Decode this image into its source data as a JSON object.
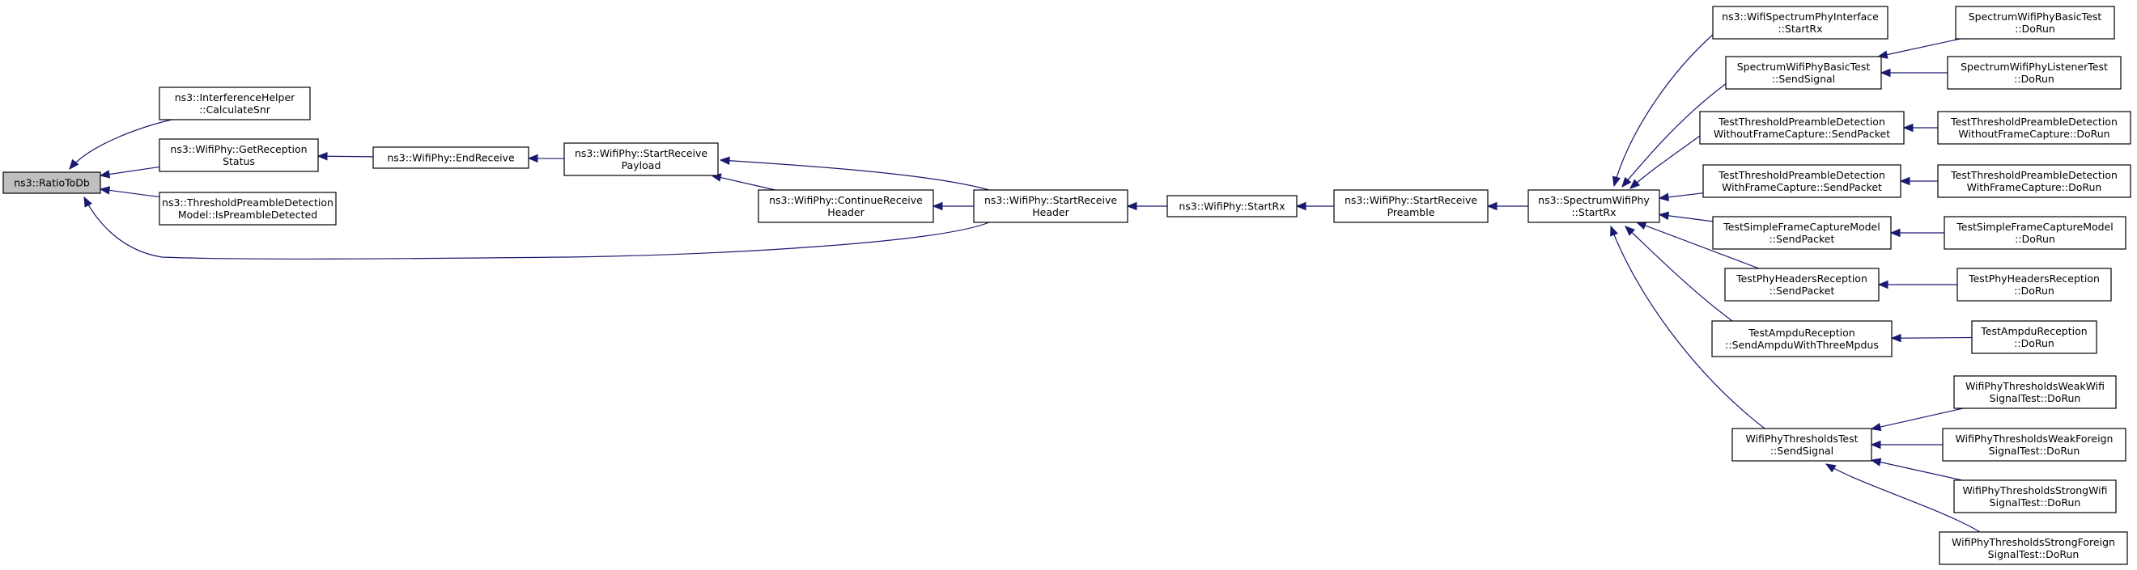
{
  "graph": {
    "root": "ratio-to-db",
    "nodes": [
      {
        "id": "ratio-to-db",
        "lines": [
          "ns3::RatioToDb"
        ]
      },
      {
        "id": "calc-snr",
        "lines": [
          "ns3::InterferenceHelper",
          "::CalculateSnr"
        ]
      },
      {
        "id": "get-reception-status",
        "lines": [
          "ns3::WifiPhy::GetReception",
          "Status"
        ]
      },
      {
        "id": "is-preamble-detected",
        "lines": [
          "ns3::ThresholdPreambleDetection",
          "Model::IsPreambleDetected"
        ]
      },
      {
        "id": "end-receive",
        "lines": [
          "ns3::WifiPhy::EndReceive"
        ]
      },
      {
        "id": "start-receive-payload",
        "lines": [
          "ns3::WifiPhy::StartReceive",
          "Payload"
        ]
      },
      {
        "id": "continue-receive-header",
        "lines": [
          "ns3::WifiPhy::ContinueReceive",
          "Header"
        ]
      },
      {
        "id": "start-receive-header",
        "lines": [
          "ns3::WifiPhy::StartReceive",
          "Header"
        ]
      },
      {
        "id": "wifiphy-start-rx",
        "lines": [
          "ns3::WifiPhy::StartRx"
        ]
      },
      {
        "id": "start-receive-preamble",
        "lines": [
          "ns3::WifiPhy::StartReceive",
          "Preamble"
        ]
      },
      {
        "id": "spectrum-start-rx",
        "lines": [
          "ns3::SpectrumWifiPhy",
          "::StartRx"
        ]
      },
      {
        "id": "interface-start-rx",
        "lines": [
          "ns3::WifiSpectrumPhyInterface",
          "::StartRx"
        ]
      },
      {
        "id": "basic-send-signal",
        "lines": [
          "SpectrumWifiPhyBasicTest",
          "::SendSignal"
        ]
      },
      {
        "id": "wo-capture-send-packet",
        "lines": [
          "TestThresholdPreambleDetection",
          "WithoutFrameCapture::SendPacket"
        ]
      },
      {
        "id": "with-capture-send-packet",
        "lines": [
          "TestThresholdPreambleDetection",
          "WithFrameCapture::SendPacket"
        ]
      },
      {
        "id": "simple-capture-send-packet",
        "lines": [
          "TestSimpleFrameCaptureModel",
          "::SendPacket"
        ]
      },
      {
        "id": "headers-send-packet",
        "lines": [
          "TestPhyHeadersReception",
          "::SendPacket"
        ]
      },
      {
        "id": "ampdu-send",
        "lines": [
          "TestAmpduReception",
          "::SendAmpduWithThreeMpdus"
        ]
      },
      {
        "id": "thresholds-send-signal",
        "lines": [
          "WifiPhyThresholdsTest",
          "::SendSignal"
        ]
      },
      {
        "id": "basic-do-run",
        "lines": [
          "SpectrumWifiPhyBasicTest",
          "::DoRun"
        ]
      },
      {
        "id": "listener-do-run",
        "lines": [
          "SpectrumWifiPhyListenerTest",
          "::DoRun"
        ]
      },
      {
        "id": "wo-capture-do-run",
        "lines": [
          "TestThresholdPreambleDetection",
          "WithoutFrameCapture::DoRun"
        ]
      },
      {
        "id": "with-capture-do-run",
        "lines": [
          "TestThresholdPreambleDetection",
          "WithFrameCapture::DoRun"
        ]
      },
      {
        "id": "simple-capture-do-run",
        "lines": [
          "TestSimpleFrameCaptureModel",
          "::DoRun"
        ]
      },
      {
        "id": "headers-do-run",
        "lines": [
          "TestPhyHeadersReception",
          "::DoRun"
        ]
      },
      {
        "id": "ampdu-do-run",
        "lines": [
          "TestAmpduReception",
          "::DoRun"
        ]
      },
      {
        "id": "weak-wifi-do-run",
        "lines": [
          "WifiPhyThresholdsWeakWifi",
          "SignalTest::DoRun"
        ]
      },
      {
        "id": "weak-foreign-do-run",
        "lines": [
          "WifiPhyThresholdsWeakForeign",
          "SignalTest::DoRun"
        ]
      },
      {
        "id": "strong-wifi-do-run",
        "lines": [
          "WifiPhyThresholdsStrongWifi",
          "SignalTest::DoRun"
        ]
      },
      {
        "id": "strong-foreign-do-run",
        "lines": [
          "WifiPhyThresholdsStrongForeign",
          "SignalTest::DoRun"
        ]
      }
    ],
    "edges": [
      {
        "from": "calc-snr",
        "to": "ratio-to-db"
      },
      {
        "from": "get-reception-status",
        "to": "ratio-to-db"
      },
      {
        "from": "is-preamble-detected",
        "to": "ratio-to-db"
      },
      {
        "from": "start-receive-header",
        "to": "ratio-to-db"
      },
      {
        "from": "end-receive",
        "to": "get-reception-status"
      },
      {
        "from": "start-receive-payload",
        "to": "end-receive"
      },
      {
        "from": "continue-receive-header",
        "to": "start-receive-payload"
      },
      {
        "from": "start-receive-header",
        "to": "start-receive-payload"
      },
      {
        "from": "start-receive-header",
        "to": "continue-receive-header"
      },
      {
        "from": "wifiphy-start-rx",
        "to": "start-receive-header"
      },
      {
        "from": "start-receive-preamble",
        "to": "wifiphy-start-rx"
      },
      {
        "from": "spectrum-start-rx",
        "to": "start-receive-preamble"
      },
      {
        "from": "interface-start-rx",
        "to": "spectrum-start-rx"
      },
      {
        "from": "basic-send-signal",
        "to": "spectrum-start-rx"
      },
      {
        "from": "wo-capture-send-packet",
        "to": "spectrum-start-rx"
      },
      {
        "from": "with-capture-send-packet",
        "to": "spectrum-start-rx"
      },
      {
        "from": "simple-capture-send-packet",
        "to": "spectrum-start-rx"
      },
      {
        "from": "headers-send-packet",
        "to": "spectrum-start-rx"
      },
      {
        "from": "ampdu-send",
        "to": "spectrum-start-rx"
      },
      {
        "from": "thresholds-send-signal",
        "to": "spectrum-start-rx"
      },
      {
        "from": "basic-do-run",
        "to": "basic-send-signal"
      },
      {
        "from": "listener-do-run",
        "to": "basic-send-signal"
      },
      {
        "from": "wo-capture-do-run",
        "to": "wo-capture-send-packet"
      },
      {
        "from": "with-capture-do-run",
        "to": "with-capture-send-packet"
      },
      {
        "from": "simple-capture-do-run",
        "to": "simple-capture-send-packet"
      },
      {
        "from": "headers-do-run",
        "to": "headers-send-packet"
      },
      {
        "from": "ampdu-do-run",
        "to": "ampdu-send"
      },
      {
        "from": "weak-wifi-do-run",
        "to": "thresholds-send-signal"
      },
      {
        "from": "weak-foreign-do-run",
        "to": "thresholds-send-signal"
      },
      {
        "from": "strong-wifi-do-run",
        "to": "thresholds-send-signal"
      },
      {
        "from": "strong-foreign-do-run",
        "to": "thresholds-send-signal"
      }
    ],
    "colors": {
      "edge": "#191970",
      "node_border": "#000000",
      "node_fill": "#ffffff",
      "root_fill": "#bfbfbf",
      "text": "#000000"
    }
  }
}
